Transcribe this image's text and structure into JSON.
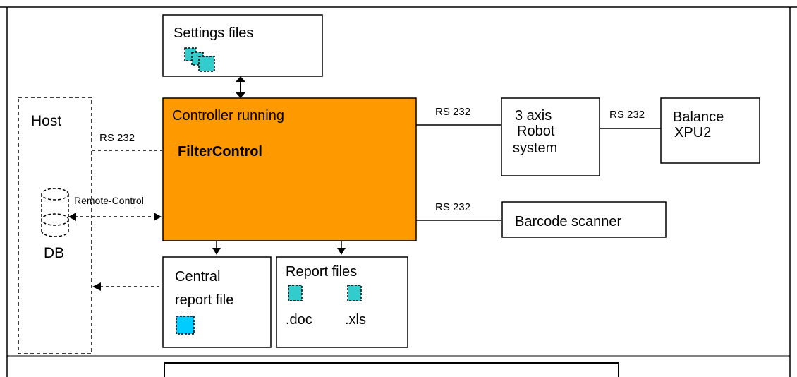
{
  "settings": {
    "label": "Settings files"
  },
  "host": {
    "label": "Host",
    "db_label": "DB"
  },
  "controller": {
    "line1": "Controller running",
    "line2": "FilterControl"
  },
  "links": {
    "host_rs232": "RS 232",
    "remote_control": "Remote-Control",
    "robot_rs232": "RS 232",
    "robot_balance_rs232": "RS 232",
    "barcode_rs232": "RS 232"
  },
  "robot": {
    "line1": "3 axis",
    "line2": "Robot",
    "line3": "system"
  },
  "balance": {
    "line1": "Balance",
    "line2": "XPU2"
  },
  "barcode": {
    "label": "Barcode scanner"
  },
  "central_report": {
    "line1": "Central",
    "line2": "report file"
  },
  "report_files": {
    "label": "Report files",
    "doc": ".doc",
    "xls": ".xls"
  },
  "colors": {
    "controller_fill": "#ff9900",
    "file_icon": "#33cccc",
    "central_icon": "#00ccff"
  }
}
